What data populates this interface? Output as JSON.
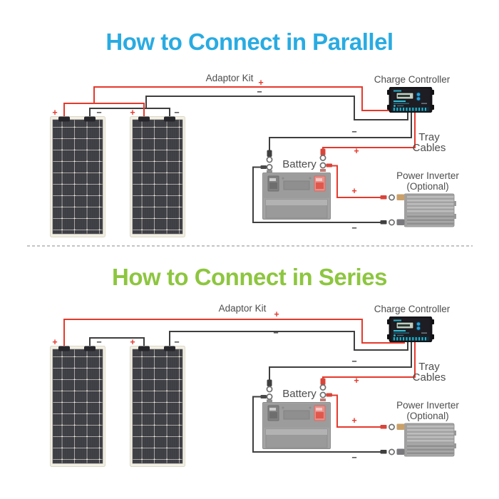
{
  "page": {
    "type": "solar-wiring-infographic",
    "background": "#FFFFFF"
  },
  "sections": [
    {
      "id": "parallel",
      "title": "How to Connect in Parallel",
      "title_color": "#29ABE2",
      "wiring": "parallel"
    },
    {
      "id": "series",
      "title": "How to Connect in Series",
      "title_color": "#8DC63F",
      "wiring": "series"
    }
  ],
  "labels": {
    "adaptor_kit": "Adaptor Kit",
    "charge_controller": "Charge Controller",
    "tray": "Tray",
    "cables": "Cables",
    "battery": "Battery",
    "power_inverter": "Power Inverter",
    "optional": "(Optional)",
    "plus": "+",
    "minus": "−"
  },
  "colors": {
    "positive_wire": "#E5392C",
    "negative_wire": "#3E3E3E",
    "label_text": "#4D4D4D",
    "parallel_title": "#29ABE2",
    "series_title": "#8DC63F",
    "controller_accent": "#2EC0D8",
    "panel_frame": "#F2EFE3",
    "panel_cells": "#3B3B41",
    "battery_body": "#A4A4A4",
    "battery_positive_terminal": "#E98F8A",
    "inverter_body": "#B0B0B0",
    "divider": "#C4C4C4"
  }
}
